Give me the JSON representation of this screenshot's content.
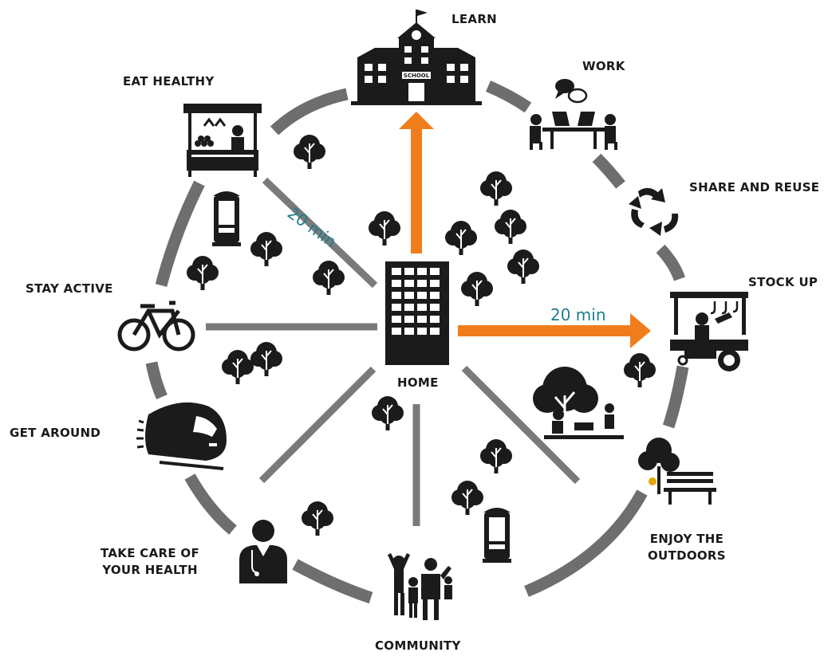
{
  "center": {
    "label": "HOME"
  },
  "distance": {
    "diagonal": "20 min",
    "horizontal": "20 min"
  },
  "destinations": {
    "learn": "LEARN",
    "work": "WORK",
    "share": "SHARE AND REUSE",
    "stock": "STOCK UP",
    "outdoors_1": "ENJOY THE",
    "outdoors_2": "OUTDOORS",
    "community": "COMMUNITY",
    "health_1": "TAKE CARE OF",
    "health_2": "YOUR HEALTH",
    "around": "GET AROUND",
    "active": "STAY ACTIVE",
    "eat": "EAT HEALTHY"
  },
  "school_sign": "SCHOOL",
  "colors": {
    "arrow": "#f07d1c",
    "ring": "#6e6e6e",
    "spoke": "#7a7a7a",
    "icon": "#1b1b1b",
    "distance_text": "#1d7e8f"
  }
}
